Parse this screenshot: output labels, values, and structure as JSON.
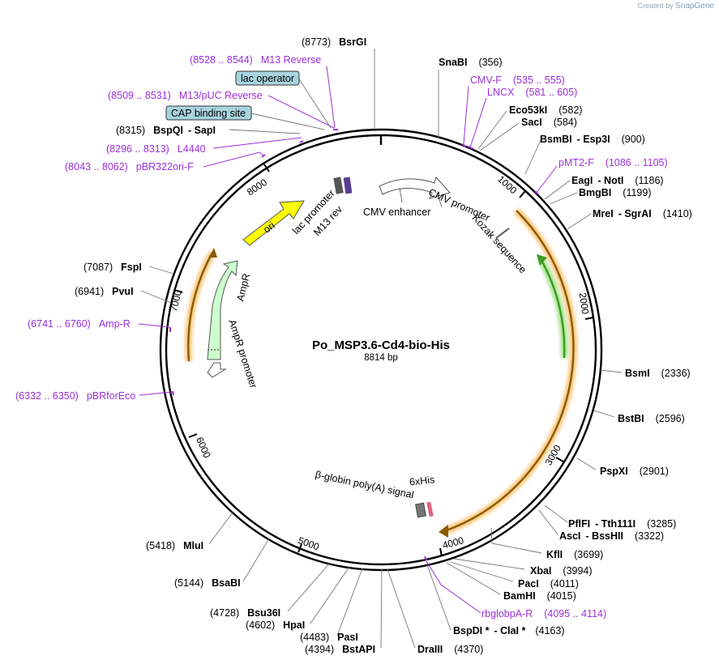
{
  "credit": {
    "prefix": "Created by",
    "brand": "SnapGene"
  },
  "plasmid": {
    "name": "Po_MSP3.6-Cd4-bio-His",
    "length_label": "8814 bp",
    "length": 8814
  },
  "ticks": [
    "1000",
    "2000",
    "3000",
    "4000",
    "5000",
    "6000",
    "7000",
    "8000"
  ],
  "sites": [
    {
      "name": "BsrGI",
      "pos": "(8773)"
    },
    {
      "name": "SnaBI",
      "pos": "(356)"
    },
    {
      "name": "Eco53kI",
      "pos": "(582)"
    },
    {
      "name": "SacI",
      "pos": "(584)"
    },
    {
      "name": "BsmBI",
      "name2": "Esp3I",
      "pos": "(900)"
    },
    {
      "name": "EagI",
      "name2": "NotI",
      "pos": "(1186)"
    },
    {
      "name": "BmgBI",
      "pos": "(1199)"
    },
    {
      "name": "MreI",
      "name2": "SgrAI",
      "pos": "(1410)"
    },
    {
      "name": "BsmI",
      "pos": "(2336)"
    },
    {
      "name": "BstBI",
      "pos": "(2596)"
    },
    {
      "name": "PspXI",
      "pos": "(2901)"
    },
    {
      "name": "PflFI",
      "name2": "Tth111I",
      "pos": "(3285)"
    },
    {
      "name": "AscI",
      "name2": "BssHII",
      "pos": "(3322)"
    },
    {
      "name": "KflI",
      "pos": "(3699)"
    },
    {
      "name": "XbaI",
      "pos": "(3994)"
    },
    {
      "name": "PacI",
      "pos": "(4011)"
    },
    {
      "name": "BamHI",
      "pos": "(4015)"
    },
    {
      "name": "BspDI *",
      "name2": "ClaI *",
      "pos": "(4163)"
    },
    {
      "name": "DraIII",
      "pos": "(4370)"
    },
    {
      "name": "BstAPI",
      "pos": "(4394)"
    },
    {
      "name": "PasI",
      "pos": "(4483)"
    },
    {
      "name": "HpaI",
      "pos": "(4602)"
    },
    {
      "name": "Bsu36I",
      "pos": "(4728)"
    },
    {
      "name": "BsaBI",
      "pos": "(5144)"
    },
    {
      "name": "MluI",
      "pos": "(5418)"
    },
    {
      "name": "PvuI",
      "pos": "(6941)"
    },
    {
      "name": "FspI",
      "pos": "(7087)"
    },
    {
      "name": "BspQI",
      "name2": "SapI",
      "pos": "(8315)"
    }
  ],
  "primers": [
    {
      "name": "M13 Reverse",
      "pos": "(8528 .. 8544)"
    },
    {
      "name": "M13/pUC Reverse",
      "pos": "(8509 .. 8531)"
    },
    {
      "name": "L4440",
      "pos": "(8296 .. 8313)"
    },
    {
      "name": "pBR322ori-F",
      "pos": "(8043 .. 8062)"
    },
    {
      "name": "CMV-F",
      "pos": "(535 .. 555)"
    },
    {
      "name": "LNCX",
      "pos": "(581 .. 605)"
    },
    {
      "name": "pMT2-F",
      "pos": "(1086 .. 1105)"
    },
    {
      "name": "Amp-R",
      "pos": "(6741 .. 6760)"
    },
    {
      "name": "pBRforEco",
      "pos": "(6332 .. 6350)"
    },
    {
      "name": "rbglobpA-R",
      "pos": "(4095 .. 4114)"
    }
  ],
  "callouts": [
    "lac operator",
    "CAP binding site"
  ],
  "features": {
    "ori": "ori",
    "ampr": "AmpR",
    "ampr_promoter": "AmpR promoter",
    "lac_promoter": "lac promoter",
    "m13_rev": "M13 rev",
    "cmv_enhancer": "CMV enhancer",
    "cmv_promoter": "CMV promoter",
    "kozak": "Kozak sequence",
    "his": "6xHis",
    "globin": "β-globin poly(A) signal"
  },
  "colors": {
    "backbone": "#000000",
    "primer": "#9b30d9",
    "ori": "#ffff00",
    "ampr": "#ccffcc",
    "orf_orange": "#f5a623",
    "orf_green": "#3d9b25",
    "callout_fill": "#a8d4e0"
  }
}
